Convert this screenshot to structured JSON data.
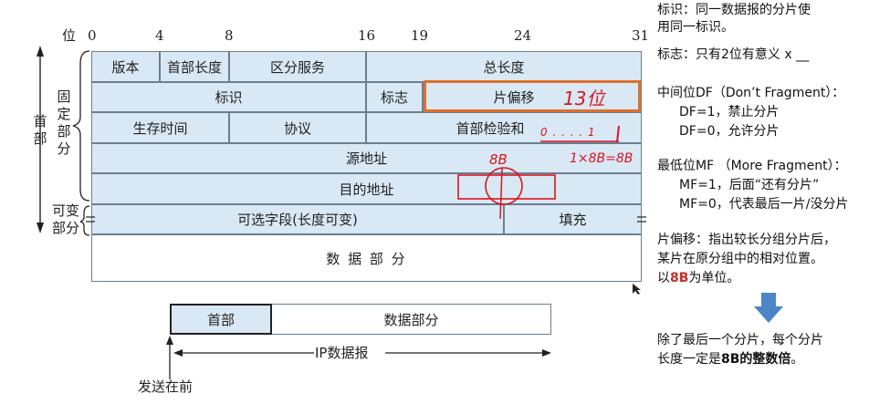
{
  "header_labels": {
    "bit_title": "位",
    "bit_numbers": [
      "0",
      "4",
      "8",
      "16",
      "19",
      "24",
      "31"
    ]
  },
  "side_labels": {
    "header": "首部",
    "fixed": "固定部分",
    "variable": "可变部分"
  },
  "fields": {
    "version": "版本",
    "ihl": "首部长度",
    "tos": "区分服务",
    "total_length": "总长度",
    "identification": "标识",
    "flags": "标志",
    "fragment_offset": "片偏移",
    "ttl": "生存时间",
    "protocol": "协议",
    "checksum": "首部检验和",
    "src": "源地址",
    "dst": "目的地址",
    "options": "可选字段(长度可变)",
    "padding": "填充",
    "data": "数 据 部 分"
  },
  "datagram": {
    "header": "首部",
    "data": "数据部分",
    "label": "IP数据报",
    "send_first": "发送在前"
  },
  "annotations": {
    "bits13": "13位",
    "dots": "0 . . . . 1",
    "eight_b": "8B",
    "times": "1×8B=8B"
  },
  "notes": {
    "n1": "标识：同一数据报的分片使",
    "n1b": "用同一标识。",
    "n2": "标志：只有2位有意义 x __",
    "n3": "中间位DF（Don’t Fragment）：",
    "n3a": "DF=1，禁止分片",
    "n3b": "DF=0，允许分片",
    "n4": "最低位MF （More Fragment）：",
    "n4a": "MF=1，后面“还有分片”",
    "n4b": "MF=0，代表最后一片/没分片",
    "n5": "片偏移：指出较长分组分片后，",
    "n5b": "某片在原分组中的相对位置。",
    "n5c_pre": "以",
    "n5c_bold": "8B",
    "n5c_post": "为单位。",
    "n6": "除了最后一个分片，每个分片",
    "n6b_pre": "长度一定是",
    "n6b_bold": "8B的整数倍",
    "n6b_post": "。"
  },
  "colors": {
    "cell_fill": "#d8e8f4",
    "highlight_border": "#e0702a",
    "handwriting": "#d8161e",
    "arrow_blue": "#4a86c8"
  }
}
